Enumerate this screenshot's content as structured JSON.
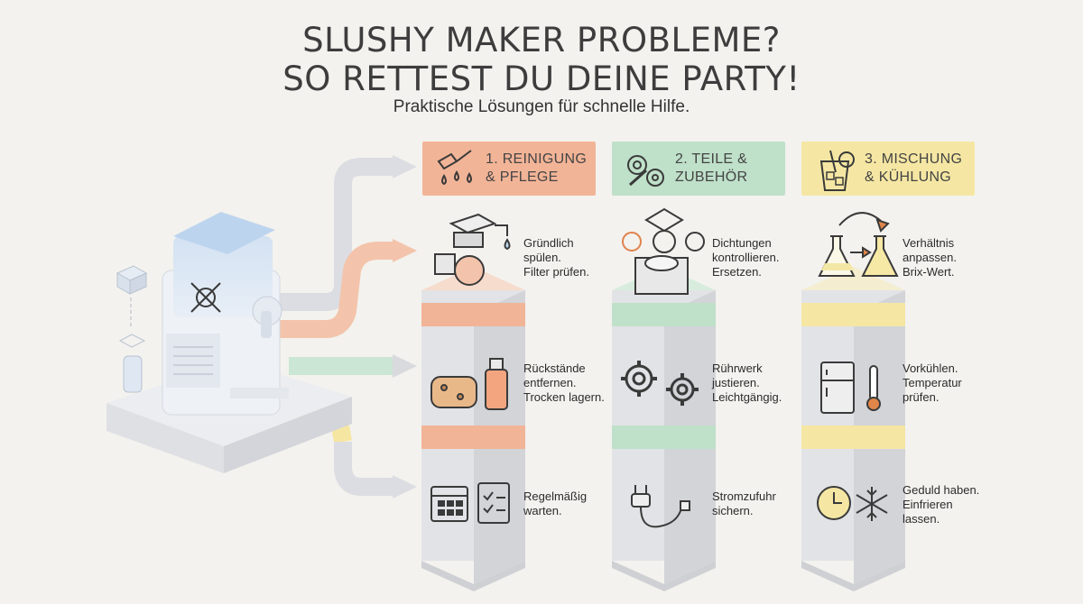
{
  "title_line1": "SLUSHY MAKER PROBLEME?",
  "title_line2": "SO RETTEST DU DEINE PARTY!",
  "subtitle": "Praktische Lösungen für schnelle Hilfe.",
  "colors": {
    "orange": "#f2b497",
    "green": "#bfe0c9",
    "yellow": "#f5e7a3",
    "pillar": "#dcdde1",
    "background": "#f3f2ee"
  },
  "columns": [
    {
      "label_line1": "1. REINIGUNG",
      "label_line2": "& PFLEGE",
      "header_icon": "brush-and-drops-icon",
      "tips": [
        {
          "lines": [
            "Gründlich",
            "spülen.",
            "Filter prüfen."
          ],
          "icon": "filter-and-tap-icon"
        },
        {
          "lines": [
            "Rückstände",
            "entfernen.",
            "Trocken lagern."
          ],
          "icon": "sponge-and-detergent-icon"
        },
        {
          "lines": [
            "Regelmäßig",
            "warten."
          ],
          "icon": "calendar-and-checklist-icon"
        }
      ]
    },
    {
      "label_line1": "2. TEILE &",
      "label_line2": "ZUBEHÖR",
      "header_icon": "gears-and-wrench-icon",
      "tips": [
        {
          "lines": [
            "Dichtungen",
            "kontrollieren.",
            "Ersetzen."
          ],
          "icon": "gaskets-icon"
        },
        {
          "lines": [
            "Rührwerk",
            "justieren.",
            "Leichtgängig."
          ],
          "icon": "gears-icon"
        },
        {
          "lines": [
            "Stromzufuhr",
            "sichern."
          ],
          "icon": "power-plug-icon"
        }
      ]
    },
    {
      "label_line1": "3. MISCHUNG",
      "label_line2": "& KÜHLUNG",
      "header_icon": "cold-drink-icon",
      "tips": [
        {
          "lines": [
            "Verhältnis",
            "anpassen.",
            "Brix-Wert."
          ],
          "icon": "lab-flasks-icon"
        },
        {
          "lines": [
            "Vorkühlen.",
            "Temperatur",
            "prüfen."
          ],
          "icon": "fridge-thermometer-icon"
        },
        {
          "lines": [
            "Geduld haben.",
            "Einfrieren",
            "lassen."
          ],
          "icon": "clock-snowflake-icon"
        }
      ]
    }
  ]
}
